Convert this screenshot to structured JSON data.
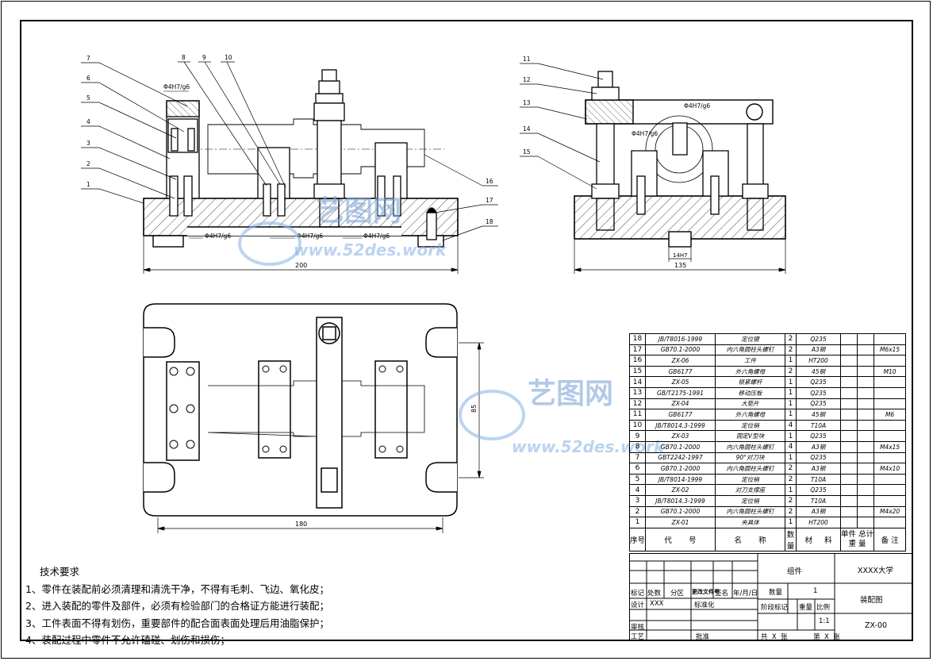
{
  "front_view": {
    "balloons": [
      "7",
      "6",
      "5",
      "4",
      "3",
      "2",
      "1",
      "8",
      "9",
      "10",
      "16",
      "17",
      "18"
    ],
    "fits": [
      "Φ4H7/g6",
      "Φ4H7/g6",
      "Φ4H7/g6",
      "Φ4H7/g6"
    ],
    "dim_length": "200"
  },
  "side_view": {
    "balloons": [
      "11",
      "12",
      "13",
      "14",
      "15"
    ],
    "fits": [
      "Φ4H7/g6",
      "Φ4H7/g6"
    ],
    "dim_width": "135",
    "dim_key": "14H7"
  },
  "top_view": {
    "dim_length": "180",
    "dim_height": "85"
  },
  "watermark": {
    "brand": "艺图网",
    "url": "www.52des.work"
  },
  "tech_requirements": {
    "title": "技术要求",
    "items": [
      "1、零件在装配前必须清理和清洗干净，不得有毛刺、飞边、氧化皮；",
      "2、进入装配的零件及部件，必须有检验部门的合格证方能进行装配；",
      "3、工件表面不得有划伤，重要部件的配合面表面处理后用油脂保护；",
      "4、装配过程中零件不允许磕碰、划伤和损伤；"
    ]
  },
  "bom": {
    "rows": [
      {
        "no": "18",
        "code": "JB/T8016-1999",
        "name": "定位键",
        "qty": "2",
        "material": "Q235",
        "note": ""
      },
      {
        "no": "17",
        "code": "GB70.1-2000",
        "name": "内六角圆柱头螺钉",
        "qty": "2",
        "material": "A3钢",
        "note": "M6x15"
      },
      {
        "no": "16",
        "code": "ZX-06",
        "name": "工件",
        "qty": "1",
        "material": "HT200",
        "note": ""
      },
      {
        "no": "15",
        "code": "GB6177",
        "name": "外六角螺母",
        "qty": "2",
        "material": "45钢",
        "note": "M10"
      },
      {
        "no": "14",
        "code": "ZX-05",
        "name": "锁紧螺杆",
        "qty": "1",
        "material": "Q235",
        "note": ""
      },
      {
        "no": "13",
        "code": "GB/T2175-1991",
        "name": "移动压板",
        "qty": "1",
        "material": "Q235",
        "note": ""
      },
      {
        "no": "12",
        "code": "ZX-04",
        "name": "大垫片",
        "qty": "1",
        "material": "Q235",
        "note": ""
      },
      {
        "no": "11",
        "code": "GB6177",
        "name": "外六角螺母",
        "qty": "1",
        "material": "45钢",
        "note": "M6"
      },
      {
        "no": "10",
        "code": "JB/T8014.3-1999",
        "name": "定位销",
        "qty": "4",
        "material": "T10A",
        "note": ""
      },
      {
        "no": "9",
        "code": "ZX-03",
        "name": "固定V型块",
        "qty": "1",
        "material": "Q235",
        "note": ""
      },
      {
        "no": "8",
        "code": "GB70.1-2000",
        "name": "内六角圆柱头螺钉",
        "qty": "4",
        "material": "A3钢",
        "note": "M4x15"
      },
      {
        "no": "7",
        "code": "GBT2242-1997",
        "name": "90°对刀块",
        "qty": "1",
        "material": "Q235",
        "note": ""
      },
      {
        "no": "6",
        "code": "GB70.1-2000",
        "name": "内六角圆柱头螺钉",
        "qty": "2",
        "material": "A3钢",
        "note": "M4x10"
      },
      {
        "no": "5",
        "code": "JB/T8014-1999",
        "name": "定位销",
        "qty": "2",
        "material": "T10A",
        "note": ""
      },
      {
        "no": "4",
        "code": "ZX-02",
        "name": "对刀支撑座",
        "qty": "1",
        "material": "Q235",
        "note": ""
      },
      {
        "no": "3",
        "code": "JB/T8014.3-1999",
        "name": "定位销",
        "qty": "2",
        "material": "T10A",
        "note": ""
      },
      {
        "no": "2",
        "code": "GB70.1-2000",
        "name": "内六角圆柱头螺钉",
        "qty": "2",
        "material": "A3钢",
        "note": "M4x20"
      },
      {
        "no": "1",
        "code": "ZX-01",
        "name": "夹具体",
        "qty": "1",
        "material": "HT200",
        "note": ""
      }
    ],
    "header": {
      "no": "序号",
      "code_a": "代",
      "code_b": "号",
      "name_a": "名",
      "name_b": "称",
      "qty": "数量",
      "mat_a": "材",
      "mat_b": "料",
      "w1": "单件",
      "w2": "总计",
      "weight": "重 量",
      "note": "备 注"
    }
  },
  "title_block": {
    "assembly": "组件",
    "university": "XXXX大学",
    "drawing_name": "装配图",
    "quantity_label": "数量",
    "quantity_value": "1",
    "stage_label": "阶段标记",
    "weight_label": "重量",
    "scale_label": "比例",
    "scale_value": "1:1",
    "drawing_no": "ZX-00",
    "mark": "标记",
    "count": "处数",
    "zone": "分区",
    "change_doc": "更改文件号",
    "sign": "签名",
    "date": "年/月/日",
    "design": "设计",
    "designer": "XXX",
    "standard": "标准化",
    "check": "审核",
    "process": "工艺",
    "approve": "批准",
    "total_a": "共",
    "total_x": "X",
    "total_b": "张",
    "sheet_a": "第",
    "sheet_x": "X",
    "sheet_b": "张"
  }
}
